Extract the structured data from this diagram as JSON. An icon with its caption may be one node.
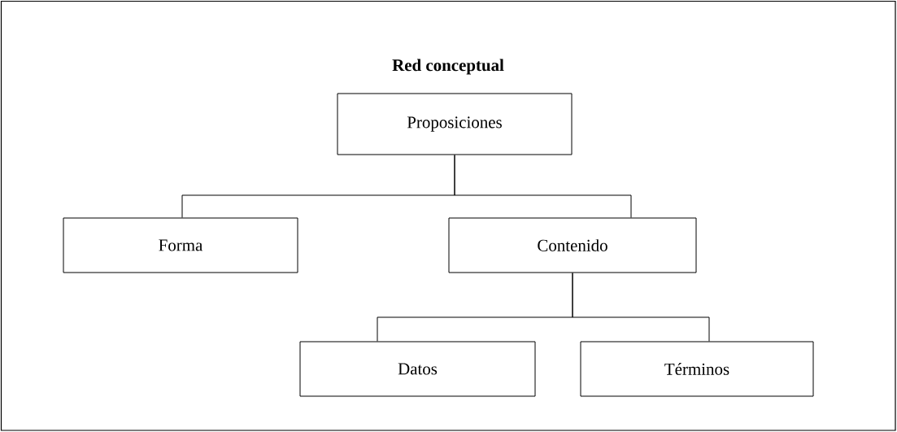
{
  "diagram": {
    "title": "Red conceptual",
    "nodes": [
      {
        "text": [
          "Proposiciones"
        ]
      },
      {
        "text": [
          "Forma"
        ]
      },
      {
        "text": [
          "Contenido"
        ]
      },
      {
        "text": [
          "Datos"
        ]
      },
      {
        "text": [
          "Términos"
        ]
      }
    ],
    "edges": [
      {
        "from": 0,
        "to": 1,
        "arrow": "none"
      },
      {
        "from": 0,
        "to": 2,
        "arrow": "none"
      },
      {
        "from": 2,
        "to": 3,
        "arrow": "none"
      },
      {
        "from": 2,
        "to": 4,
        "arrow": "none"
      }
    ]
  }
}
